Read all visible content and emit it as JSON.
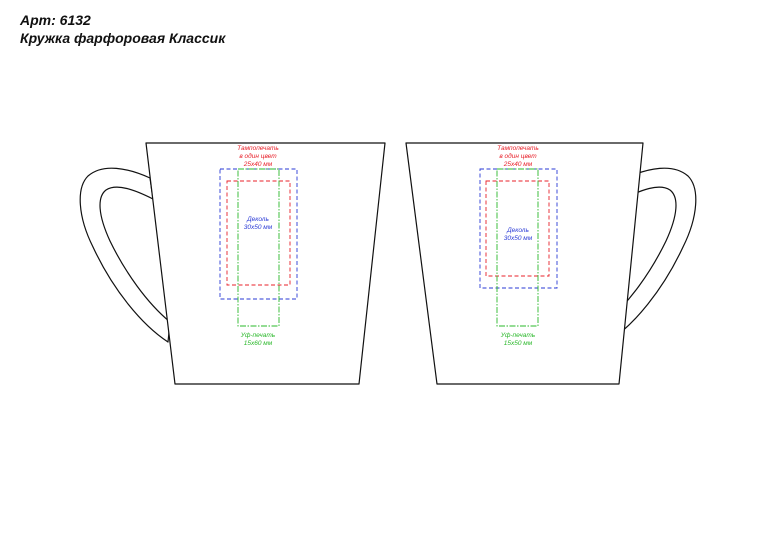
{
  "header": {
    "article": "Арт: 6132",
    "product": "Кружка фарфоровая Классик"
  },
  "colors": {
    "tampo": "#e8202a",
    "decal": "#2a3ad6",
    "uv": "#2ab82a",
    "outline": "#111111"
  },
  "mugs": [
    {
      "tampo_line1": "Тампопечать",
      "tampo_line2": "в один цвет",
      "tampo_size": "25х40 мм",
      "decal_label": "Деколь",
      "decal_size": "30х50 мм",
      "uv_label": "Уф-печать",
      "uv_size": "15х60 мм"
    },
    {
      "tampo_line1": "Тампопечать",
      "tampo_line2": "в один цвет",
      "tampo_size": "25х40 мм",
      "decal_label": "Деколь",
      "decal_size": "30х50 мм",
      "uv_label": "Уф-печать",
      "uv_size": "15х50 мм"
    }
  ]
}
